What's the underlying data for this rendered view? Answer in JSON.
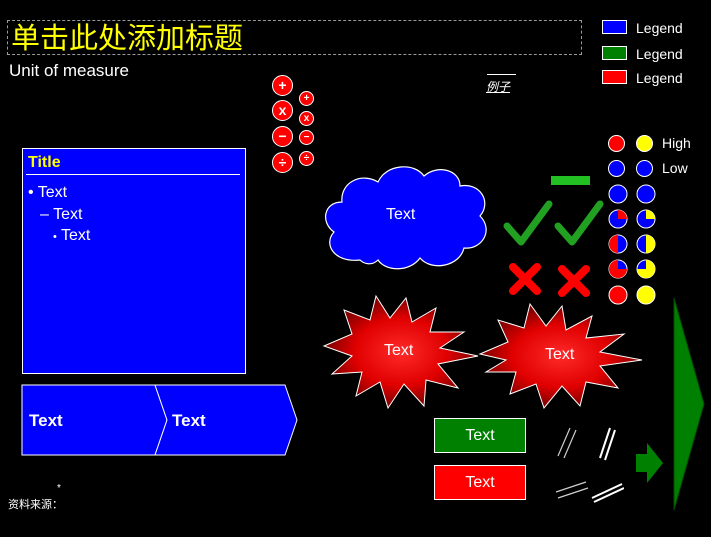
{
  "slide": {
    "title": "单击此处添加标题",
    "unit": "Unit of measure",
    "example": "例子",
    "source_label": "资料来源：",
    "asterisk": "*"
  },
  "legend": [
    {
      "label": "Legend",
      "color": "#0000ff"
    },
    {
      "label": "Legend",
      "color": "#008000"
    },
    {
      "label": "Legend",
      "color": "#ff0000"
    }
  ],
  "operators": {
    "big": [
      "+",
      "x",
      "−",
      "÷"
    ],
    "small": [
      "+",
      "x",
      "−",
      "÷"
    ],
    "color": "#ff0000"
  },
  "text_box": {
    "title": "Title",
    "bullets": [
      {
        "level": 1,
        "marker": "•",
        "text": "Text"
      },
      {
        "level": 2,
        "marker": "–",
        "text": "Text"
      },
      {
        "level": 3,
        "marker": "•",
        "text": "Text"
      }
    ],
    "fill": "#0000ff",
    "title_color": "#ffff00"
  },
  "chevrons": [
    "Text",
    "Text"
  ],
  "cloud": {
    "text": "Text",
    "fill": "#0000ff"
  },
  "bursts": [
    "Text",
    "Text"
  ],
  "status_icons": {
    "dash_color": "#22c022",
    "check_color": "#22a022",
    "cross_color": "#ff0000"
  },
  "probability": {
    "labels": {
      "high": "High",
      "low": "Low"
    },
    "colors": {
      "red": "#ff0000",
      "yellow": "#ffff00",
      "blue": "#0000ff"
    },
    "left_fractions": [
      1,
      0,
      0,
      0.25,
      0.5,
      0.75,
      1
    ],
    "right_fractions": [
      1,
      0,
      0,
      0.25,
      0.5,
      0.75,
      1
    ]
  },
  "buttons": [
    {
      "label": "Text",
      "color": "#008000"
    },
    {
      "label": "Text",
      "color": "#ff0000"
    }
  ],
  "arrows": {
    "color": "#008000"
  }
}
